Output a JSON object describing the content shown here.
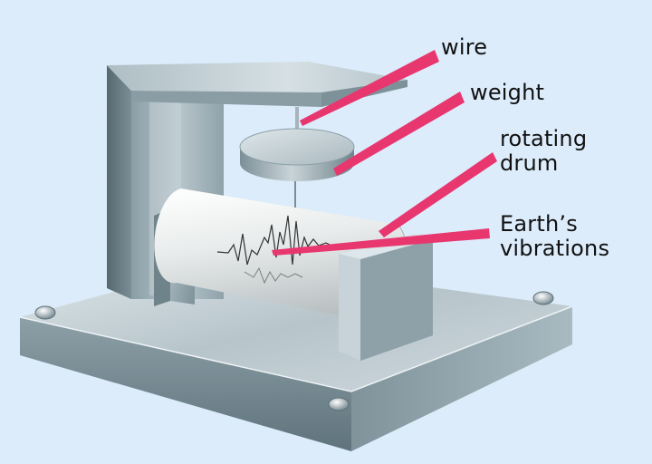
{
  "labels": {
    "wire": "wire",
    "weight": "weight",
    "drum_line1": "rotating",
    "drum_line2": "drum",
    "vib_line1": "Earth’s",
    "vib_line2": "vibrations"
  },
  "colors": {
    "background": "#dcecfb",
    "pointer": "#e8366f",
    "metal_light": "#cfd9de",
    "metal_mid": "#9fb1b9",
    "metal_dark": "#5f737c",
    "paper": "#f2f2f2",
    "trace": "#333333"
  }
}
